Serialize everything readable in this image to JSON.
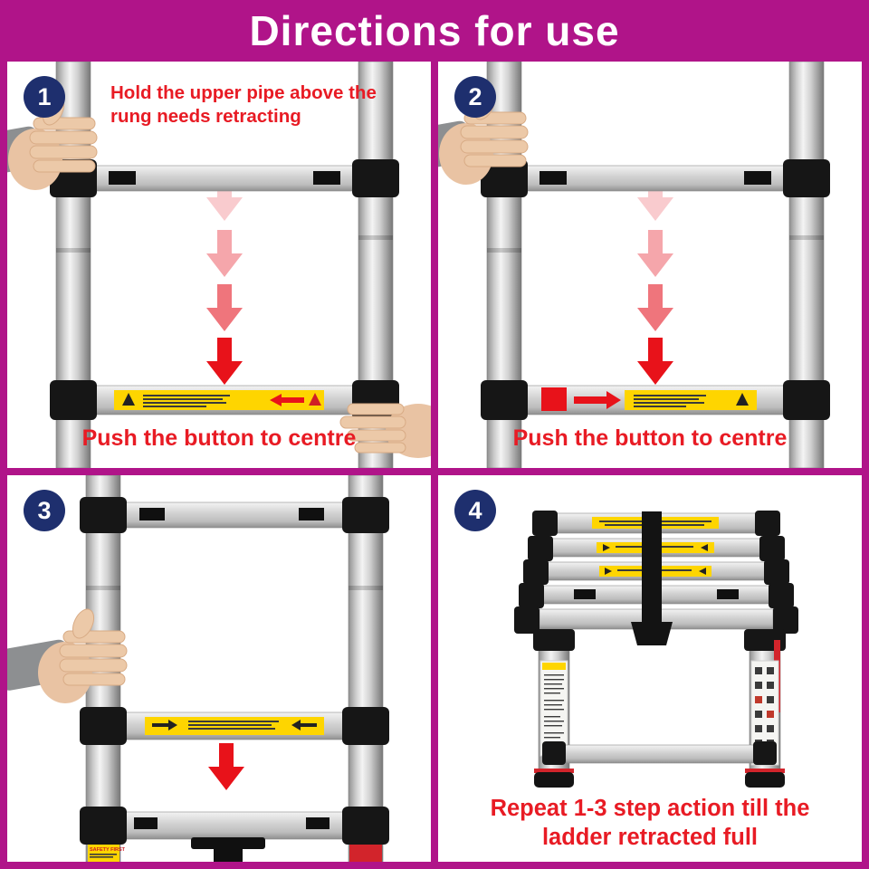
{
  "title": "Directions for use",
  "colors": {
    "frame_magenta": "#b01489",
    "badge_navy": "#1e2f6e",
    "instruction_red": "#e81b24",
    "sticker_yellow": "#fed500",
    "arrow_red": "#e8121a"
  },
  "steps": [
    {
      "number": "1",
      "instruction": "Hold the upper pipe above the rung needs retracting",
      "caption": "Push the button to centre"
    },
    {
      "number": "2",
      "caption": "Push the button to centre"
    },
    {
      "number": "3"
    },
    {
      "number": "4",
      "caption": "Repeat 1-3 step action till the ladder retracted full"
    }
  ],
  "labels": {
    "safety_sticker": "SAFETY FIRST"
  },
  "icons": {
    "down_arrow": "▼",
    "left_arrow": "◄",
    "right_arrow": "►"
  }
}
